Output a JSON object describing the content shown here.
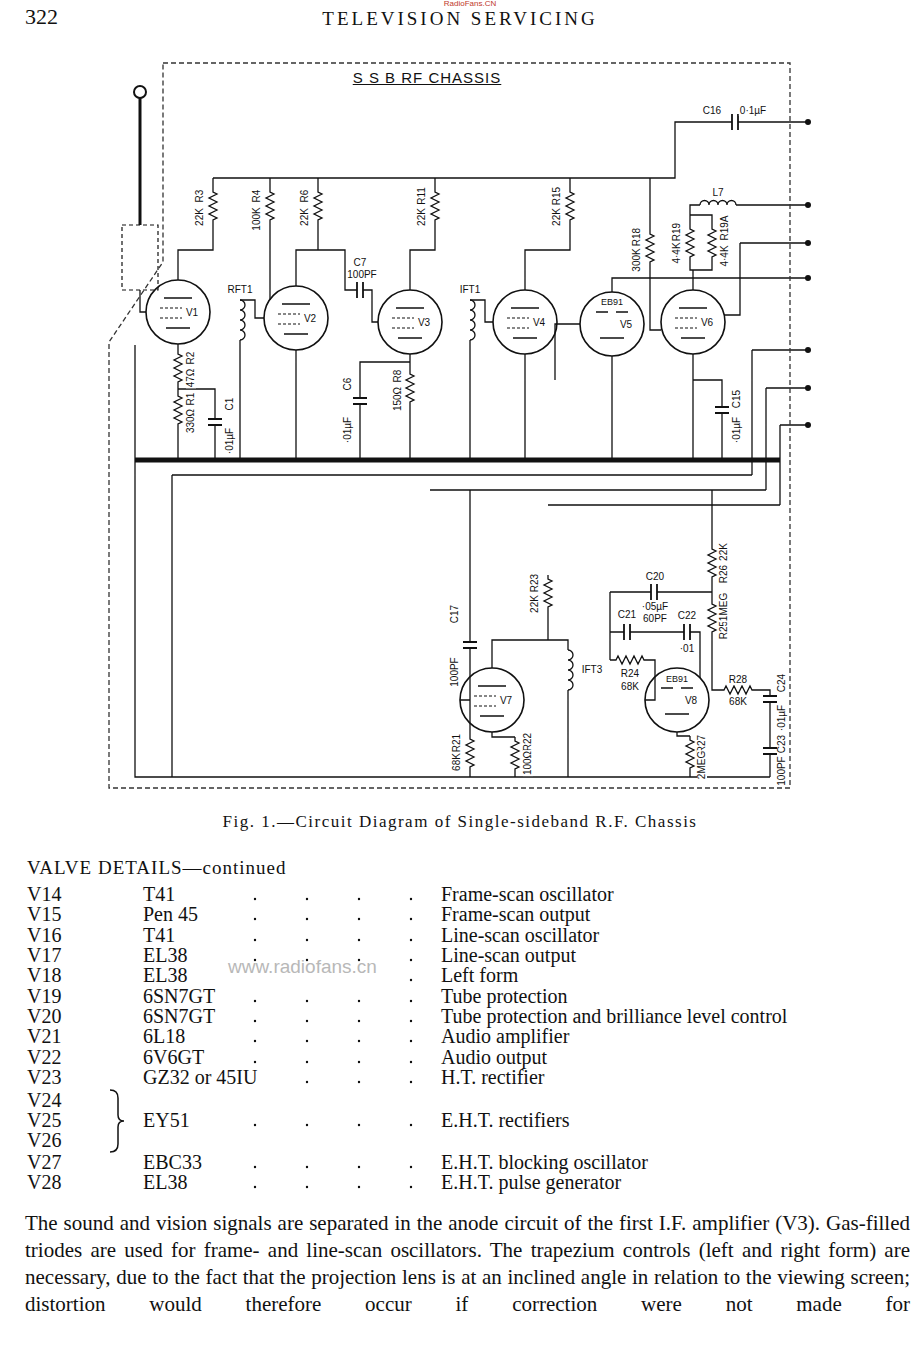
{
  "diagram": {
    "caption": "Fig. 1.—Circuit Diagram of Single-sideband R.F. Chassis",
    "nodes": [
      {
        "text": [
          "S S B RF CHASSIS"
        ]
      }
    ],
    "labels": [
      "322",
      "TELEVISION SERVICING",
      "RadioFans.CN",
      "C16",
      "0·1µF",
      "L7",
      "R3",
      "22K",
      "R4",
      "100K",
      "R6",
      "22K",
      "R11",
      "22K",
      "R15",
      "22K",
      "R18",
      "300K",
      "R19",
      "4·4K",
      "R19A",
      "4·4K",
      "C7",
      "100PF",
      "RFT1",
      "IFT1",
      "V1",
      "V2",
      "V3",
      "V4",
      "V5",
      "EB91",
      "V6",
      "R2",
      "47Ω",
      "R1",
      "330Ω",
      "C1",
      "·01µF",
      "C6",
      "·01µF",
      "R8",
      "150Ω",
      "C15",
      "·01µF",
      "C17",
      "100PF",
      "R23",
      "22K",
      "V7",
      "IFT3",
      "R21",
      "68K",
      "R22",
      "100Ω",
      "C20",
      "·05µF",
      "C21",
      "60PF",
      "C22",
      "·01",
      "R24",
      "68K",
      "V8",
      "EB91",
      "R26",
      "22K",
      "R25",
      "1MEG",
      "R28",
      "68K",
      "R27",
      "2MEG",
      "C24",
      "·01µF",
      "C23",
      "100PF",
      "VALVE DETAILS—continued",
      "V14",
      "T41",
      "Frame-scan oscillator",
      "V15",
      "Pen 45",
      "Frame-scan output",
      "V16",
      "T41",
      "Line-scan oscillator",
      "V17",
      "EL38",
      "Line-scan output",
      "V18",
      "EL38",
      "Left form",
      "V19",
      "6SN7GT",
      "Tube protection",
      "V20",
      "6SN7GT",
      "Tube protection and brilliance level control",
      "V21",
      "6L18",
      "Audio amplifier",
      "V22",
      "6V6GT",
      "Audio output",
      "V23",
      "GZ32 or 45IU",
      "H.T. rectifier",
      "V24",
      "V25",
      "V26",
      "EY51",
      "E.H.T. rectifiers",
      "V27",
      "EBC33",
      "E.H.T. blocking oscillator",
      "V28",
      "EL38",
      "E.H.T. pulse generator",
      "www.radiofans.cn",
      "The sound and vision signals are separated in the anode circuit of the first I.F. amplifier (V3). Gas-filled triodes are used for frame- and line-scan oscillators. The trapezium controls (left and right form) are necessary, due to the fact that the projection lens is at an inclined angle in relation to the viewing screen; distortion would therefore occur if correction were not made for"
    ]
  }
}
